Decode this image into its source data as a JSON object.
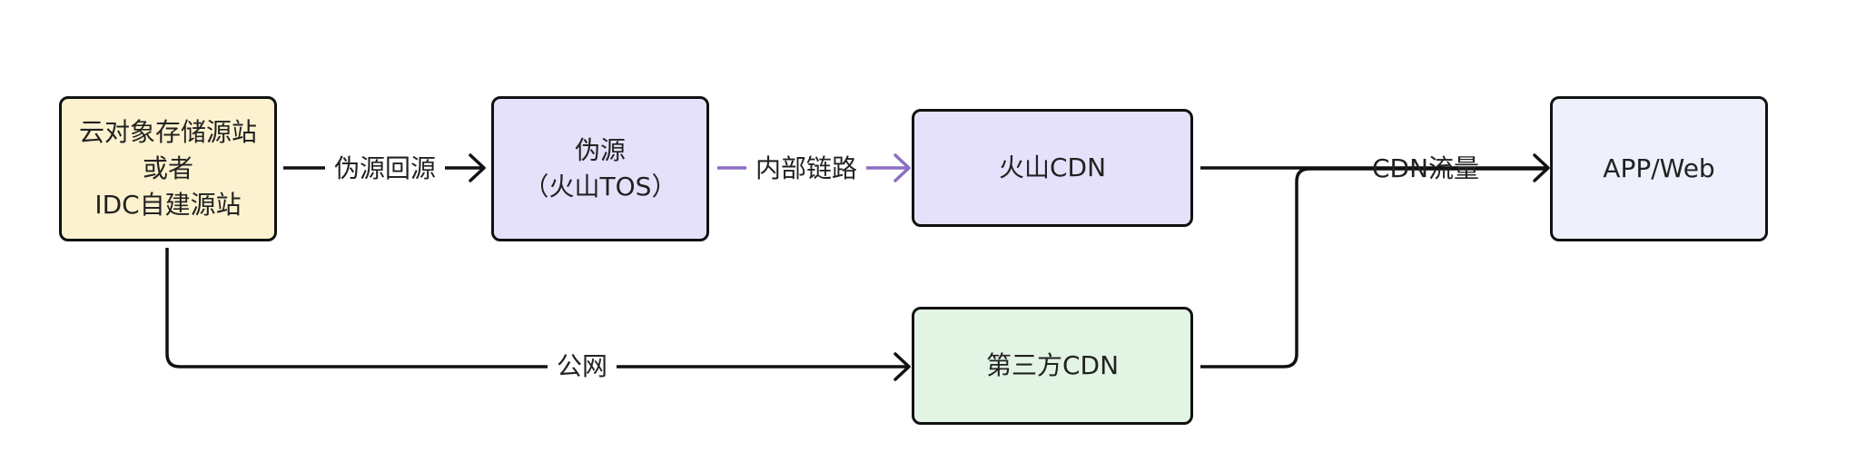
{
  "colors": {
    "stroke": "#111111",
    "internal_link": "#8a6fc4",
    "source_fill": "#fdf2cf",
    "purple_fill": "#e6e1fb",
    "green_fill": "#e2f4e4",
    "blue_fill": "#eef1fc",
    "text": "#222222"
  },
  "nodes": {
    "origin": {
      "lines": [
        "云对象存储源站",
        "或者",
        "IDC自建源站"
      ]
    },
    "pseudo_origin": {
      "lines": [
        "伪源",
        "（火山TOS）"
      ]
    },
    "volc_cdn": {
      "lines": [
        "火山CDN"
      ]
    },
    "third_cdn": {
      "lines": [
        "第三方CDN"
      ]
    },
    "client": {
      "lines": [
        "APP/Web"
      ]
    }
  },
  "edges": {
    "back_to_origin": "伪源回源",
    "internal_link": "内部链路",
    "public_network": "公网",
    "cdn_traffic": "CDN流量"
  }
}
